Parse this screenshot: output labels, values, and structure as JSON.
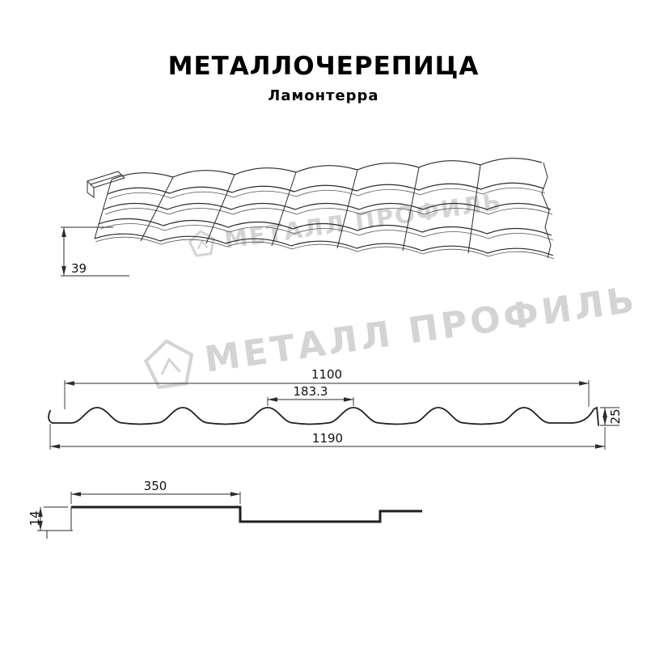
{
  "header": {
    "title": "МЕТАЛЛОЧЕРЕПИЦА",
    "subtitle": "Ламонтерра"
  },
  "watermark": {
    "text": "МЕТАЛЛ ПРОФИЛЬ"
  },
  "diagrams": {
    "perspective_view": {
      "edge_height": "39"
    },
    "profile_view": {
      "cover_width": "1100",
      "wave_pitch": "183.3",
      "profile_height": "25",
      "overall_width": "1190"
    },
    "step_view": {
      "step_width": "350",
      "step_height": "14"
    }
  },
  "colors": {
    "line": "#2b2b2b",
    "watermark": "#d4d4d4",
    "background": "#ffffff"
  }
}
